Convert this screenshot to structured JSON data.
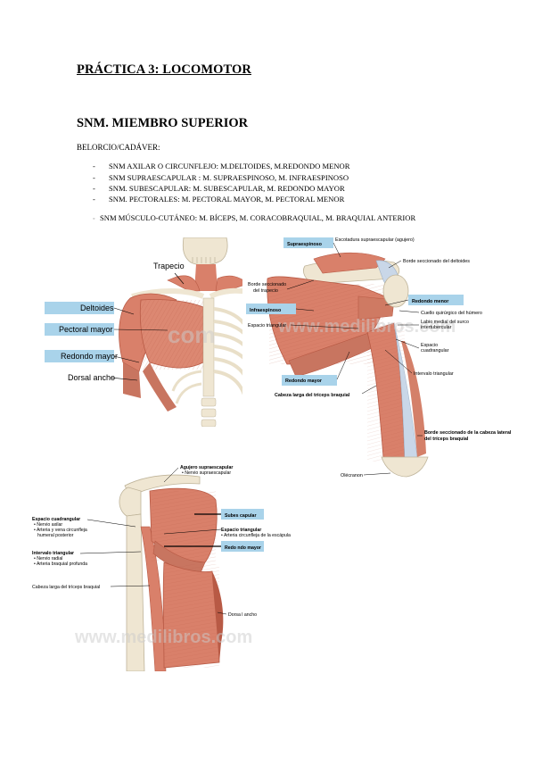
{
  "title": "PRÁCTICA 3:  LOCOMOTOR",
  "section_title": "SNM. MIEMBRO SUPERIOR",
  "subtitle": "BELORCIO/CADÁVER:",
  "list_items": [
    "SNM AXILAR O CIRCUNFLEJO: M.DELTOIDES, M.REDONDO MENOR",
    "SNM SUPRAESCAPULAR : M. SUPRAESPINOSO, M. INFRAESPINOSO",
    "SNM. SUBESCAPULAR: M. SUBESCAPULAR, M. REDONDO MAYOR",
    "SNM. PECTORALES: M. PECTORAL MAYOR, M. PECTORAL MENOR"
  ],
  "extra_item": "SNM MÚSCULO-CUTÁNEO: M. BÍCEPS, M. CORACOBRAQUIAL, M. BRAQUIAL ANTERIOR",
  "figure1": {
    "labels": {
      "trapecio": "Trapecio",
      "deltoides": "Deltoides",
      "pectoral": "Pectoral mayor",
      "redondo": "Redondo mayor",
      "dorsal": "Dorsal ancho"
    },
    "watermark": "com"
  },
  "figure2": {
    "labels": {
      "supraespinoso": "Supraespinoso",
      "escotadura": "Escotadura supraescapular (agujero)",
      "borde_deltoides": "Borde seccionado del deltoides",
      "borde_trapecio_1": "Borde seccionado",
      "borde_trapecio_2": "del trapecio",
      "redondo_menor": "Redondo menor",
      "infraespinoso": "Infraespinoso",
      "cuello": "Cuello quirúrgico del húmero",
      "labio_1": "Labio medial del surco",
      "labio_2": "intertubercular",
      "espacio_triangular": "Espacio triangular",
      "espacio_cuad_1": "Espacio",
      "espacio_cuad_2": "cuadrangular",
      "intervalo": "Intervalo triangular",
      "redondo_mayor": "Redondo mayor",
      "cabeza_larga": "Cabeza larga del tríceps braquial",
      "borde_triceps_1": "Borde seccionado de la cabeza lateral",
      "borde_triceps_2": "del tríceps braquial",
      "olecranon": "Olécranon"
    },
    "watermark": "www.medilibros.com"
  },
  "figure3": {
    "labels": {
      "agujero": "Agujero supraescapular",
      "nervio_supra": "• Nervio supraescapular",
      "espacio_cuad": "Espacio cuadrangular",
      "nervio_axilar": "• Nervio axilar",
      "arteria_1": "• Arteria y vena circunfleja",
      "arteria_2": "humeral posterior",
      "intervalo": "Intervalo triangular",
      "nervio_radial": "• Nervio radial",
      "arteria_braquial": "• Arteria braquial profunda",
      "cabeza_larga": "Cabeza larga del tríceps braquial",
      "subescapular": "Subes capular",
      "espacio_tri": "Espacio triangular",
      "arteria_circ": "• Arteria circunfleja de la escápula",
      "redondo_mayor": "Redo ndo mayor",
      "dorsal": "Dorsa l ancho"
    },
    "watermark": "www.medilibros.com"
  },
  "colors": {
    "muscle": "#d9806a",
    "muscle_dark": "#b85a45",
    "bone": "#efe6d2",
    "tendon": "#c9d7e8",
    "label_bg": "#a9d3ea"
  }
}
